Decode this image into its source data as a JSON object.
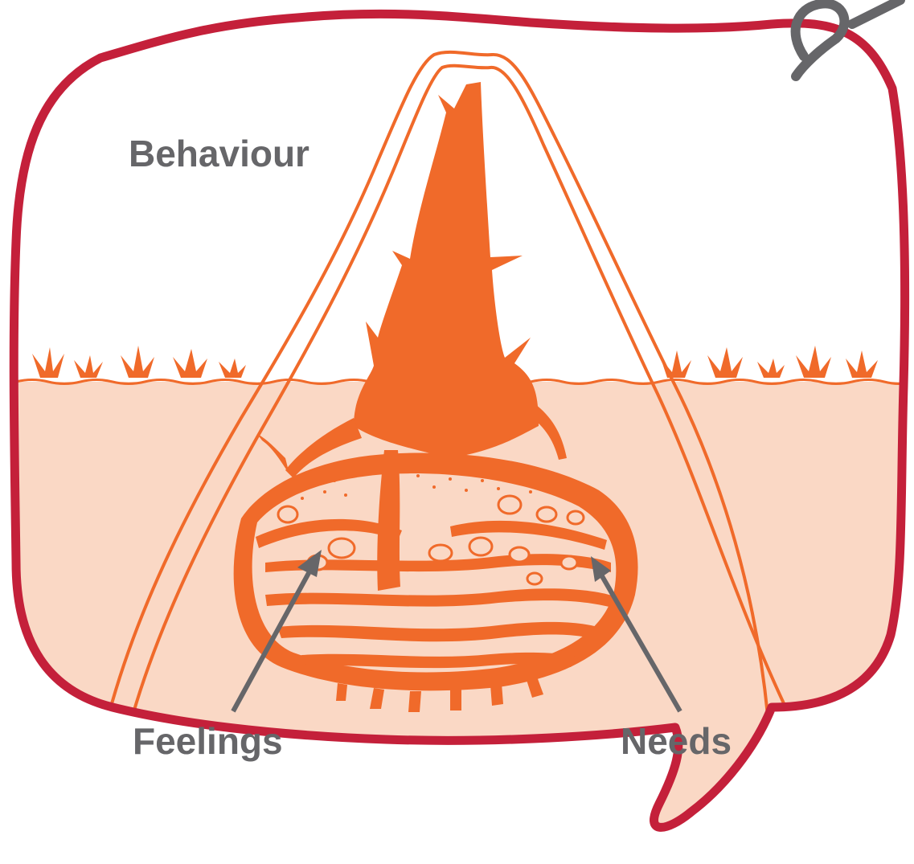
{
  "labels": {
    "top": "Behaviour",
    "bottom_left": "Feelings",
    "bottom_right": "Needs"
  },
  "colors": {
    "frame": "#c4203a",
    "mound": "#f06a2a",
    "soil": "#fad8c5",
    "arrow": "#666669",
    "label": "#666669",
    "sky": "#ffffff"
  }
}
